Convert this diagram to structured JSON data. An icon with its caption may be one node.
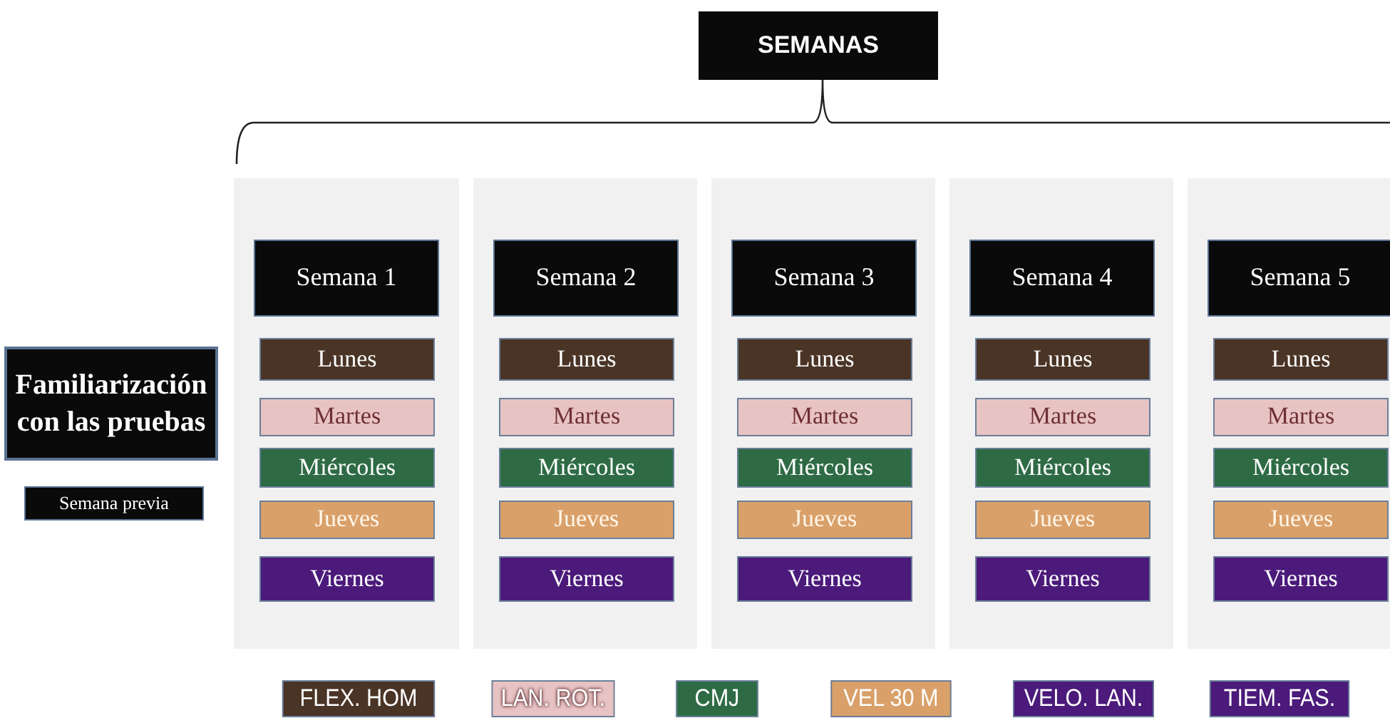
{
  "diagram": {
    "nodes": [
      {
        "text": [
          "SEMANAS"
        ]
      },
      {
        "text": [
          "Familiarización con las pruebas"
        ]
      },
      {
        "text": [
          "Semana previa"
        ]
      },
      {
        "text": [],
        "shape": "box"
      },
      {
        "text": [
          "Semana 1"
        ],
        "in": 3
      },
      {
        "text": [
          "Lunes"
        ],
        "in": 3
      },
      {
        "text": [
          "Martes"
        ],
        "in": 3
      },
      {
        "text": [
          "Miércoles"
        ],
        "in": 3
      },
      {
        "text": [
          "Jueves"
        ],
        "in": 3
      },
      {
        "text": [
          "Viernes"
        ],
        "in": 3
      },
      {
        "text": [],
        "shape": "box"
      },
      {
        "text": [
          "Semana 2"
        ],
        "in": 10
      },
      {
        "text": [
          "Lunes"
        ],
        "in": 10
      },
      {
        "text": [
          "Martes"
        ],
        "in": 10
      },
      {
        "text": [
          "Miércoles"
        ],
        "in": 10
      },
      {
        "text": [
          "Jueves"
        ],
        "in": 10
      },
      {
        "text": [
          "Viernes"
        ],
        "in": 10
      },
      {
        "text": [],
        "shape": "box"
      },
      {
        "text": [
          "Semana 3"
        ],
        "in": 17
      },
      {
        "text": [
          "Lunes"
        ],
        "in": 17
      },
      {
        "text": [
          "Martes"
        ],
        "in": 17
      },
      {
        "text": [
          "Miércoles"
        ],
        "in": 17
      },
      {
        "text": [
          "Jueves"
        ],
        "in": 17
      },
      {
        "text": [
          "Viernes"
        ],
        "in": 17
      },
      {
        "text": [],
        "shape": "box"
      },
      {
        "text": [
          "Semana 4"
        ],
        "in": 24
      },
      {
        "text": [
          "Lunes"
        ],
        "in": 24
      },
      {
        "text": [
          "Martes"
        ],
        "in": 24
      },
      {
        "text": [
          "Miércoles"
        ],
        "in": 24
      },
      {
        "text": [
          "Jueves"
        ],
        "in": 24
      },
      {
        "text": [
          "Viernes"
        ],
        "in": 24
      },
      {
        "text": [],
        "shape": "box"
      },
      {
        "text": [
          "Semana 5"
        ],
        "in": 31
      },
      {
        "text": [
          "Lunes"
        ],
        "in": 31
      },
      {
        "text": [
          "Martes"
        ],
        "in": 31
      },
      {
        "text": [
          "Miércoles"
        ],
        "in": 31
      },
      {
        "text": [
          "Jueves"
        ],
        "in": 31
      },
      {
        "text": [
          "Viernes"
        ],
        "in": 31
      }
    ],
    "legend": [
      {
        "text": "FLEX. HOM",
        "color": "#4a3426"
      },
      {
        "text": "LAN. ROT.",
        "color": "#e8c3c3"
      },
      {
        "text": "CMJ",
        "color": "#2e6b45"
      },
      {
        "text": "VEL 30 M",
        "color": "#d9a06a"
      },
      {
        "text": "VELO. LAN.",
        "color": "#4b1a7a"
      },
      {
        "text": "TIEM. FAS.",
        "color": "#4b1a7a"
      }
    ]
  }
}
